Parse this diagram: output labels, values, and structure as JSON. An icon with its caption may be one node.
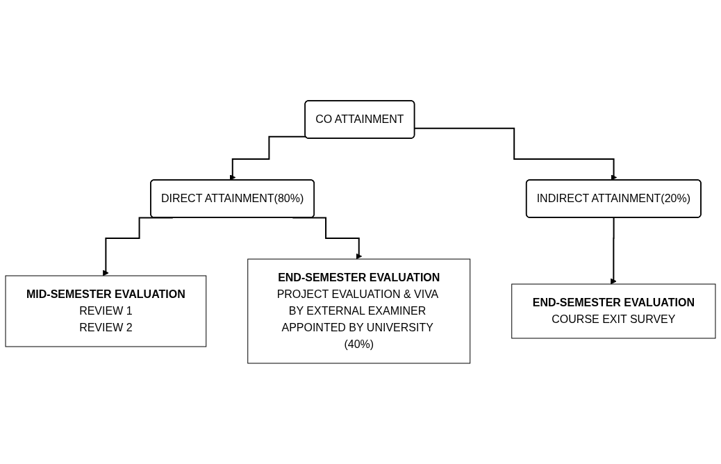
{
  "diagram": {
    "nodes": [
      {
        "text": [
          "CO ATTAINMENT"
        ]
      },
      {
        "text": [
          "DIRECT ATTAINMENT(80%)"
        ]
      },
      {
        "text": [
          "INDIRECT ATTAINMENT(20%)"
        ]
      },
      {
        "text": [
          "MID-SEMESTER EVALUATION",
          "REVIEW 1",
          "REVIEW 2"
        ]
      },
      {
        "text": [
          "END-SEMESTER EVALUATION",
          "PROJECT EVALUATION & VIVA BY EXTERNAL EXAMINER APPOINTED BY UNIVERSITY (40%)"
        ]
      },
      {
        "text": [
          "END-SEMESTER EVALUATION",
          "COURSE EXIT SURVEY"
        ]
      }
    ],
    "edges": [
      {
        "from": 0,
        "to": 1,
        "arrow": "to"
      },
      {
        "from": 0,
        "to": 2,
        "arrow": "to"
      },
      {
        "from": 1,
        "to": 3,
        "arrow": "to"
      },
      {
        "from": 1,
        "to": 4,
        "arrow": "to"
      },
      {
        "from": 2,
        "to": 5,
        "arrow": "to"
      }
    ]
  }
}
